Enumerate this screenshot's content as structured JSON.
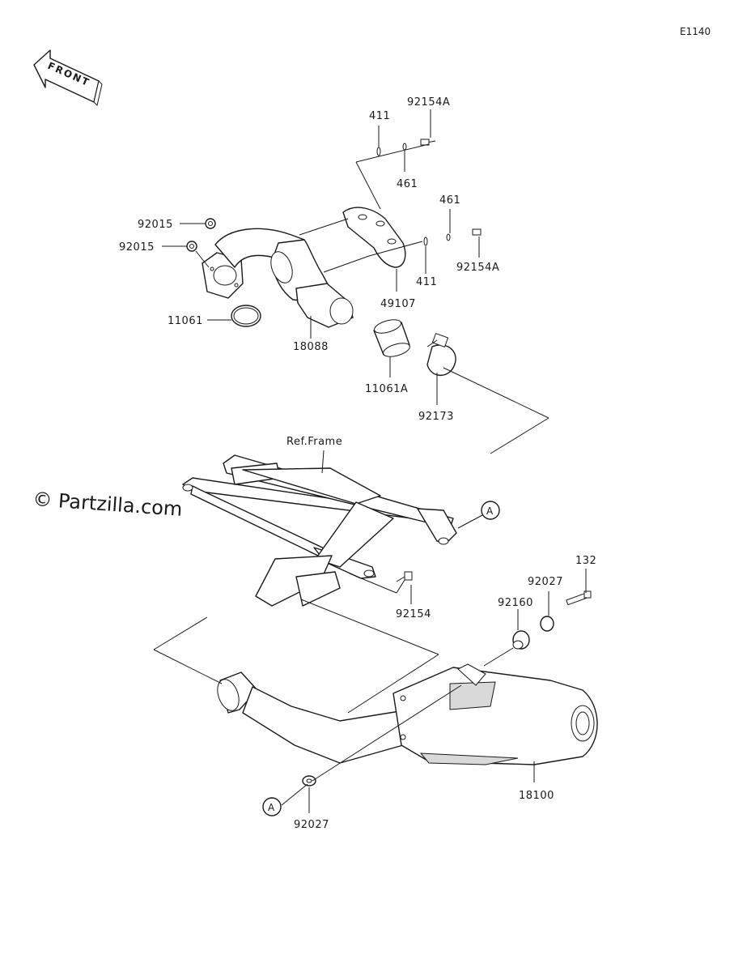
{
  "diagram": {
    "code": "E1140",
    "front_label": "FRONT",
    "watermark": "© Partzilla.com",
    "ref_frame_label": "Ref.Frame",
    "callout_a": "A",
    "parts": {
      "p411_top": "411",
      "p92154A_top": "92154A",
      "p461_top": "461",
      "p461_right": "461",
      "p92015_a": "92015",
      "p92015_b": "92015",
      "p92154A_right": "92154A",
      "p411_right": "411",
      "p49107": "49107",
      "p11061": "11061",
      "p18088": "18088",
      "p11061A": "11061A",
      "p92173": "92173",
      "p92154": "92154",
      "p132": "132",
      "p92027_top": "92027",
      "p92160": "92160",
      "p18100": "18100",
      "p92027_bottom": "92027"
    }
  }
}
